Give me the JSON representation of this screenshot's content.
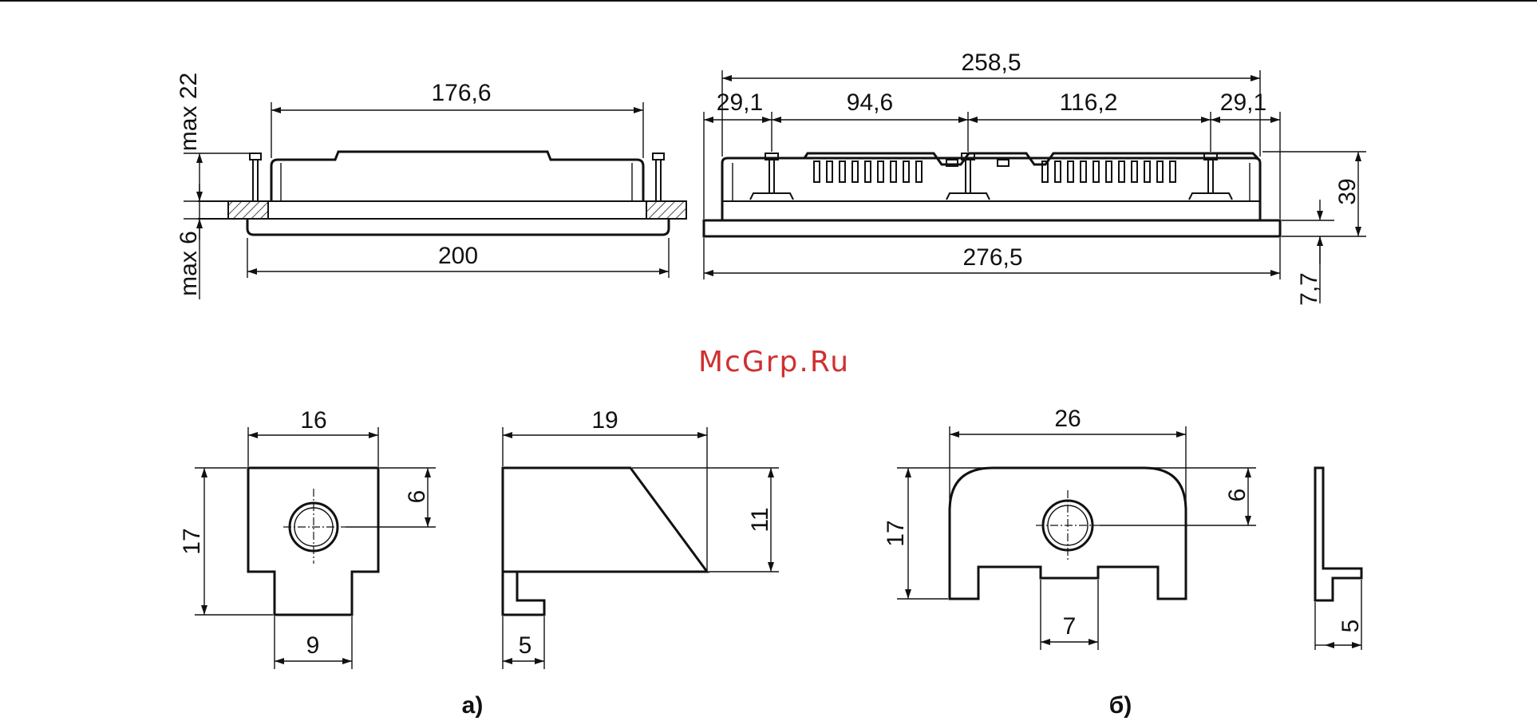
{
  "watermark": "McGrp.Ru",
  "top_left_view": {
    "width_inner": "176,6",
    "width_outer": "200",
    "max_top": "max 22",
    "max_bottom": "max 6"
  },
  "top_right_view": {
    "total_top": "258,5",
    "seg_1": "29,1",
    "seg_2": "94,6",
    "seg_3": "116,2",
    "seg_4": "29,1",
    "total_bottom": "276,5",
    "height": "39",
    "base_thickness": "7,7"
  },
  "clamp_a_front": {
    "width": "16",
    "height": "17",
    "hole_offset": "6",
    "tab_width": "9"
  },
  "clamp_a_side": {
    "width": "19",
    "height": "11",
    "foot": "5"
  },
  "clamp_b_front": {
    "width": "26",
    "height": "17",
    "hole_offset": "6",
    "notch_width": "7"
  },
  "clamp_b_side": {
    "foot": "5"
  },
  "labels": {
    "a": "а)",
    "b": "б)"
  }
}
